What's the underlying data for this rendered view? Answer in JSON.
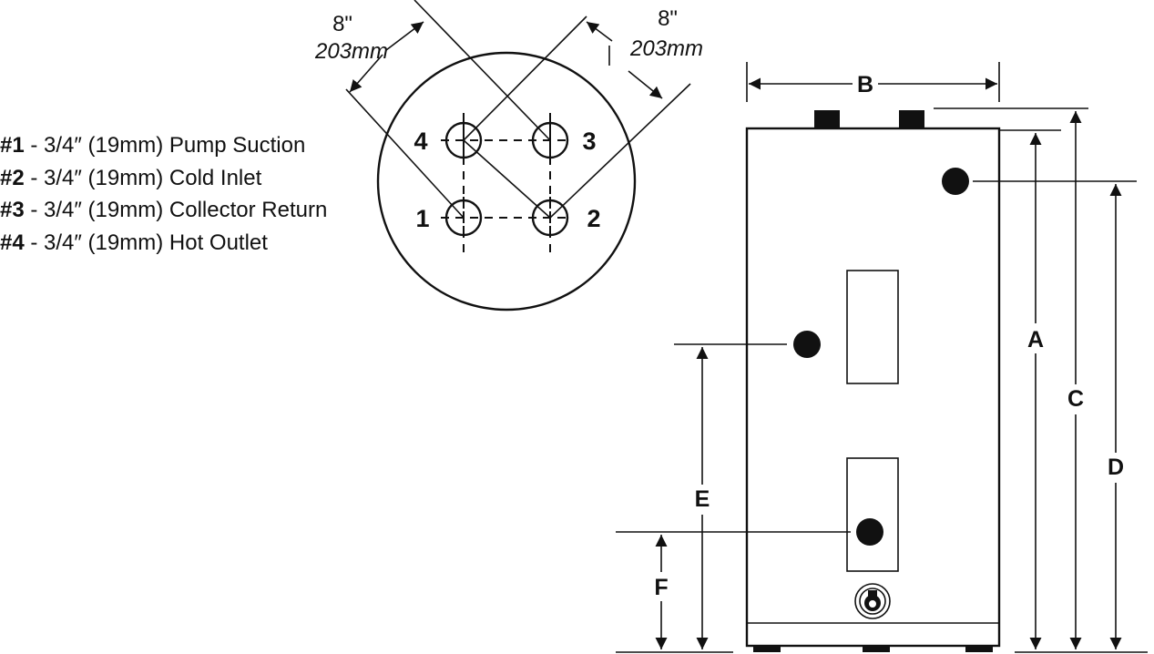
{
  "legend": [
    {
      "num": "#1",
      "text": " - 3/4″ (19mm) Pump Suction"
    },
    {
      "num": "#2",
      "text": " - 3/4″ (19mm) Cold Inlet"
    },
    {
      "num": "#3",
      "text": " - 3/4″ (19mm) Collector Return"
    },
    {
      "num": "#4",
      "text": " - 3/4″ (19mm) Hot Outlet"
    }
  ],
  "top_view": {
    "fitting_numbers": [
      "1",
      "2",
      "3",
      "4"
    ],
    "spacing_left": {
      "inches": "8\"",
      "mm": "203mm"
    },
    "spacing_right": {
      "inches": "8\"",
      "mm": "203mm"
    }
  },
  "side_view": {
    "dimension_labels": {
      "a": "A",
      "b": "B",
      "c": "C",
      "d": "D",
      "e": "E",
      "f": "F"
    }
  },
  "colors": {
    "ink": "#111111",
    "background": "#ffffff"
  }
}
